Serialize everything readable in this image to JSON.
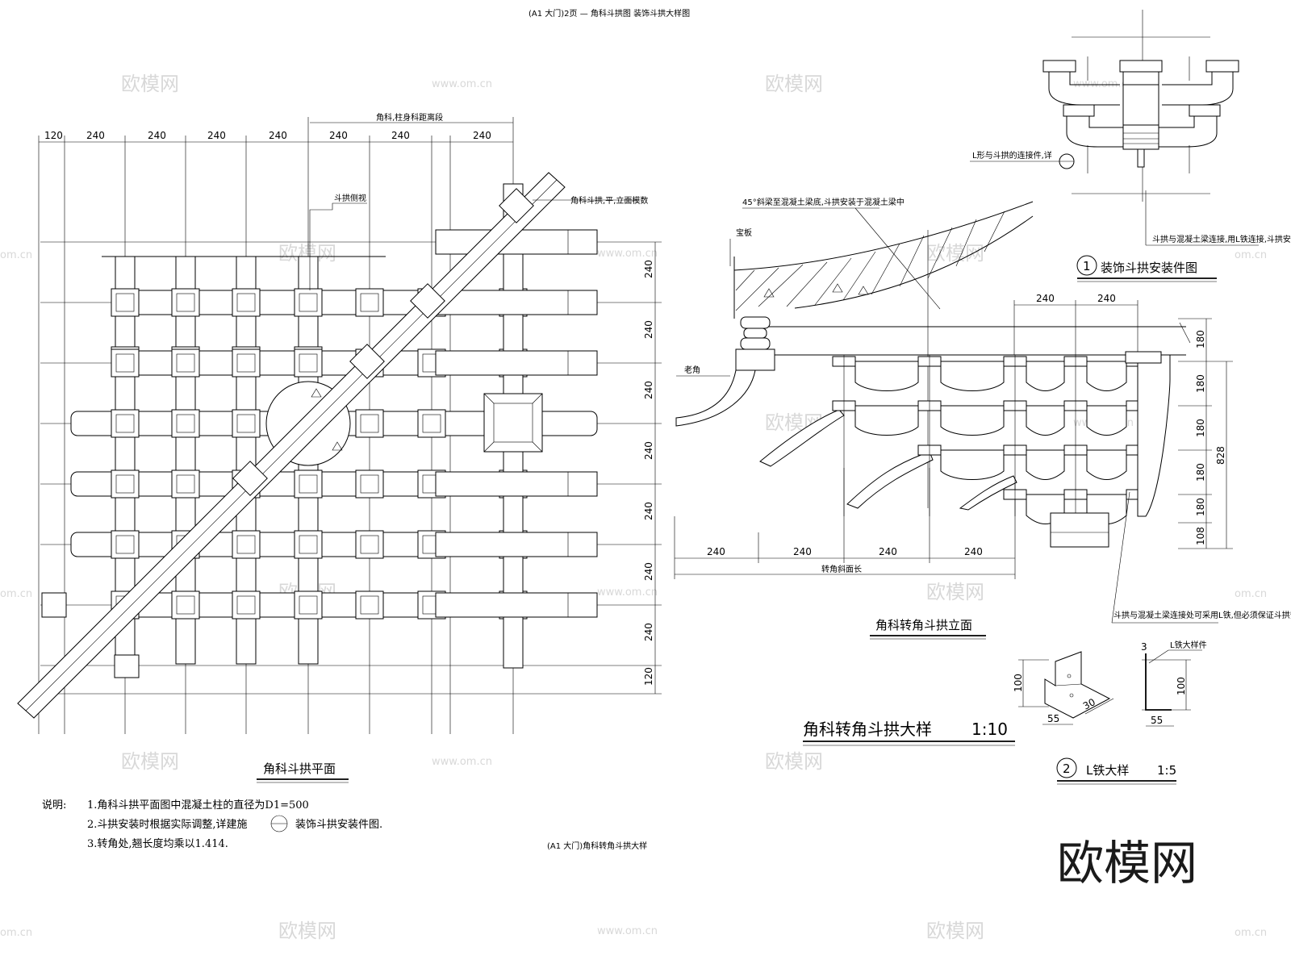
{
  "sheet": {
    "top_caption": "(A1 大门)2页  —  角科斗拱图  装饰斗拱大样图",
    "bottom_caption": "(A1 大门)角科转角斗拱大样"
  },
  "plan": {
    "title": "角科斗拱平面",
    "dims_top": [
      "120",
      "240",
      "240",
      "240",
      "240",
      "240",
      "240",
      "240"
    ],
    "dim_top_label": "角科,柱身科距离段",
    "dims_right": [
      "240",
      "240",
      "240",
      "240",
      "240",
      "240",
      "240",
      "120"
    ],
    "label_1": "斗拱侧视",
    "label_2": "角科斗拱,平,立面模数"
  },
  "elevation": {
    "title": "角科转角斗拱立面",
    "dims_top": [
      "240",
      "240"
    ],
    "dims_right": [
      "180",
      "180",
      "180",
      "180",
      "180",
      "108"
    ],
    "dim_total": "828",
    "dims_bottom": [
      "240",
      "240",
      "240",
      "240"
    ],
    "dim_bottom_label": "转角斜面长",
    "label_slab": "宝板",
    "label_beam": "老角",
    "label_note": "45°斜梁至混凝土梁底,斗拱安装于混凝土梁中",
    "label_iron": "斗拱与混凝土梁连接处可采用L铁,但必须保证斗拱安装时互相不影响"
  },
  "detail1": {
    "num": "1",
    "title": "装饰斗拱安装件图",
    "label_a": "L形与斗拱的连接件,详",
    "label_b": "斗拱与混凝土梁连接,用L铁连接,斗拱安装详"
  },
  "bigtitle": {
    "text": "角科转角斗拱大样",
    "scale": "1:10"
  },
  "detail2": {
    "num": "2",
    "title": "L铁大样",
    "scale": "1:5",
    "dims": [
      "100",
      "55",
      "30",
      "100",
      "55",
      "3"
    ],
    "label": "L铁大样件"
  },
  "notes": {
    "head": "说明:",
    "items": [
      "1.角科斗拱平面图中混凝土柱的直径为D1=500",
      "2.斗拱安装时根据实际调整,详建施",
      "3.转角处,翘长度均乘以1.414."
    ],
    "item2_tail": "装饰斗拱安装件图."
  },
  "watermark": {
    "text": "欧模网",
    "url": "www.om.cn",
    "edge": "om.cn"
  },
  "logo": {
    "text": "欧模网"
  },
  "colors": {
    "ink": "#000000",
    "watermark": "#d8d8d8",
    "paper": "#ffffff"
  }
}
